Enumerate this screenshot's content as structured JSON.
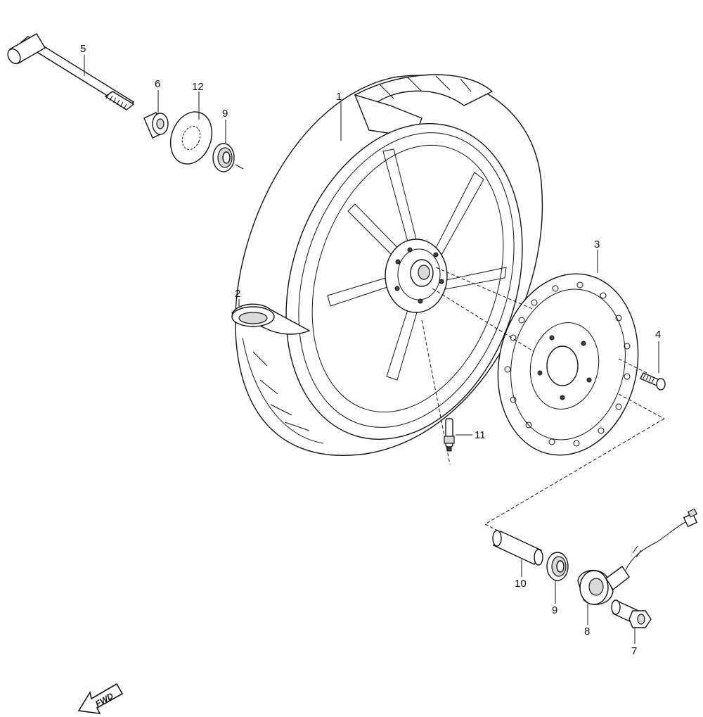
{
  "callouts": {
    "tire": "1",
    "tube": "2",
    "brake_disc": "3",
    "disc_bolt": "4",
    "axle": "5",
    "collar": "6",
    "axle_nut": "7",
    "speedometer_gear_box": "8",
    "bearing_left": "9",
    "bearing_right": "9",
    "distance_collar": "10",
    "valve": "11",
    "dust_seal": "12"
  },
  "direction_badge": "FWD"
}
